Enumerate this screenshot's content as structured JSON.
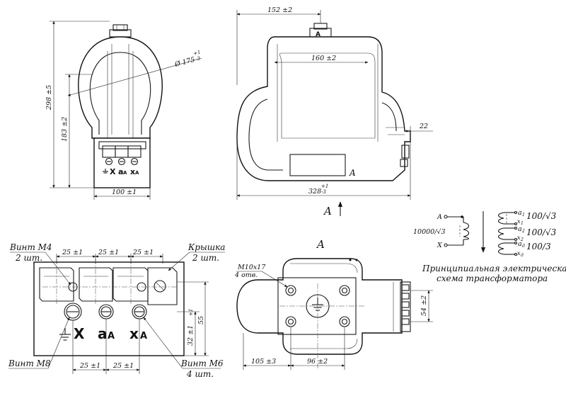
{
  "dimensions": {
    "d298": "298 ±5",
    "d183": "183 ±2",
    "d100": "100 ±1",
    "d175": "Ø 175",
    "d175_tol_top": "+1",
    "d175_tol_bot": "-3",
    "d152": "152 ±2",
    "d160": "160 ±2",
    "d22": "22",
    "d328": "328",
    "d328_tol_top": "+1",
    "d328_tol_bot": "-3",
    "d25": "25 ±1",
    "d32": "32 ±1",
    "d32_tol": "+1",
    "d55": "55",
    "d105": "105 ±3",
    "d96": "96 ±2",
    "d54": "54 ±2"
  },
  "labels": {
    "view_a_arrow": "A",
    "view_a_mark": "A",
    "view_a_title": "A",
    "top_terminal": "A",
    "screw_m4": "Винт M4",
    "screw_m4_qty": "2 шт.",
    "cover": "Крышка",
    "cover_qty": "2 шт.",
    "screw_m8": "Винт M8",
    "screw_m6": "Винт M6",
    "screw_m6_qty": "4 шт.",
    "holes": "M10x17",
    "holes_qty": "4 отв."
  },
  "terminal_marks": {
    "x_small": "X",
    "a_small": "a",
    "a_small_sub": "A",
    "xa_small": "x",
    "xa_small_sub": "A",
    "x_big": "X",
    "a_big": "a",
    "a_big_sub": "A",
    "xa_big": "x",
    "xa_big_sub": "A"
  },
  "schematic": {
    "caption_line1": "Принципиальная электрическая",
    "caption_line2": "схема трансформатора",
    "primary_a": "A",
    "primary_x": "X",
    "primary_voltage": "10000/√3",
    "winding_a1": "a",
    "winding_a1_sub": "1",
    "winding_x1": "x",
    "winding_x1_sub": "1",
    "winding_a2": "a",
    "winding_a2_sub": "2",
    "winding_x2": "x",
    "winding_x2_sub": "2",
    "winding_aa": "a",
    "winding_aa_sub": "д",
    "winding_xa": "x",
    "winding_xa_sub": "д",
    "v1": "100/√3",
    "v2": "100/√3",
    "v3": "100/3"
  }
}
